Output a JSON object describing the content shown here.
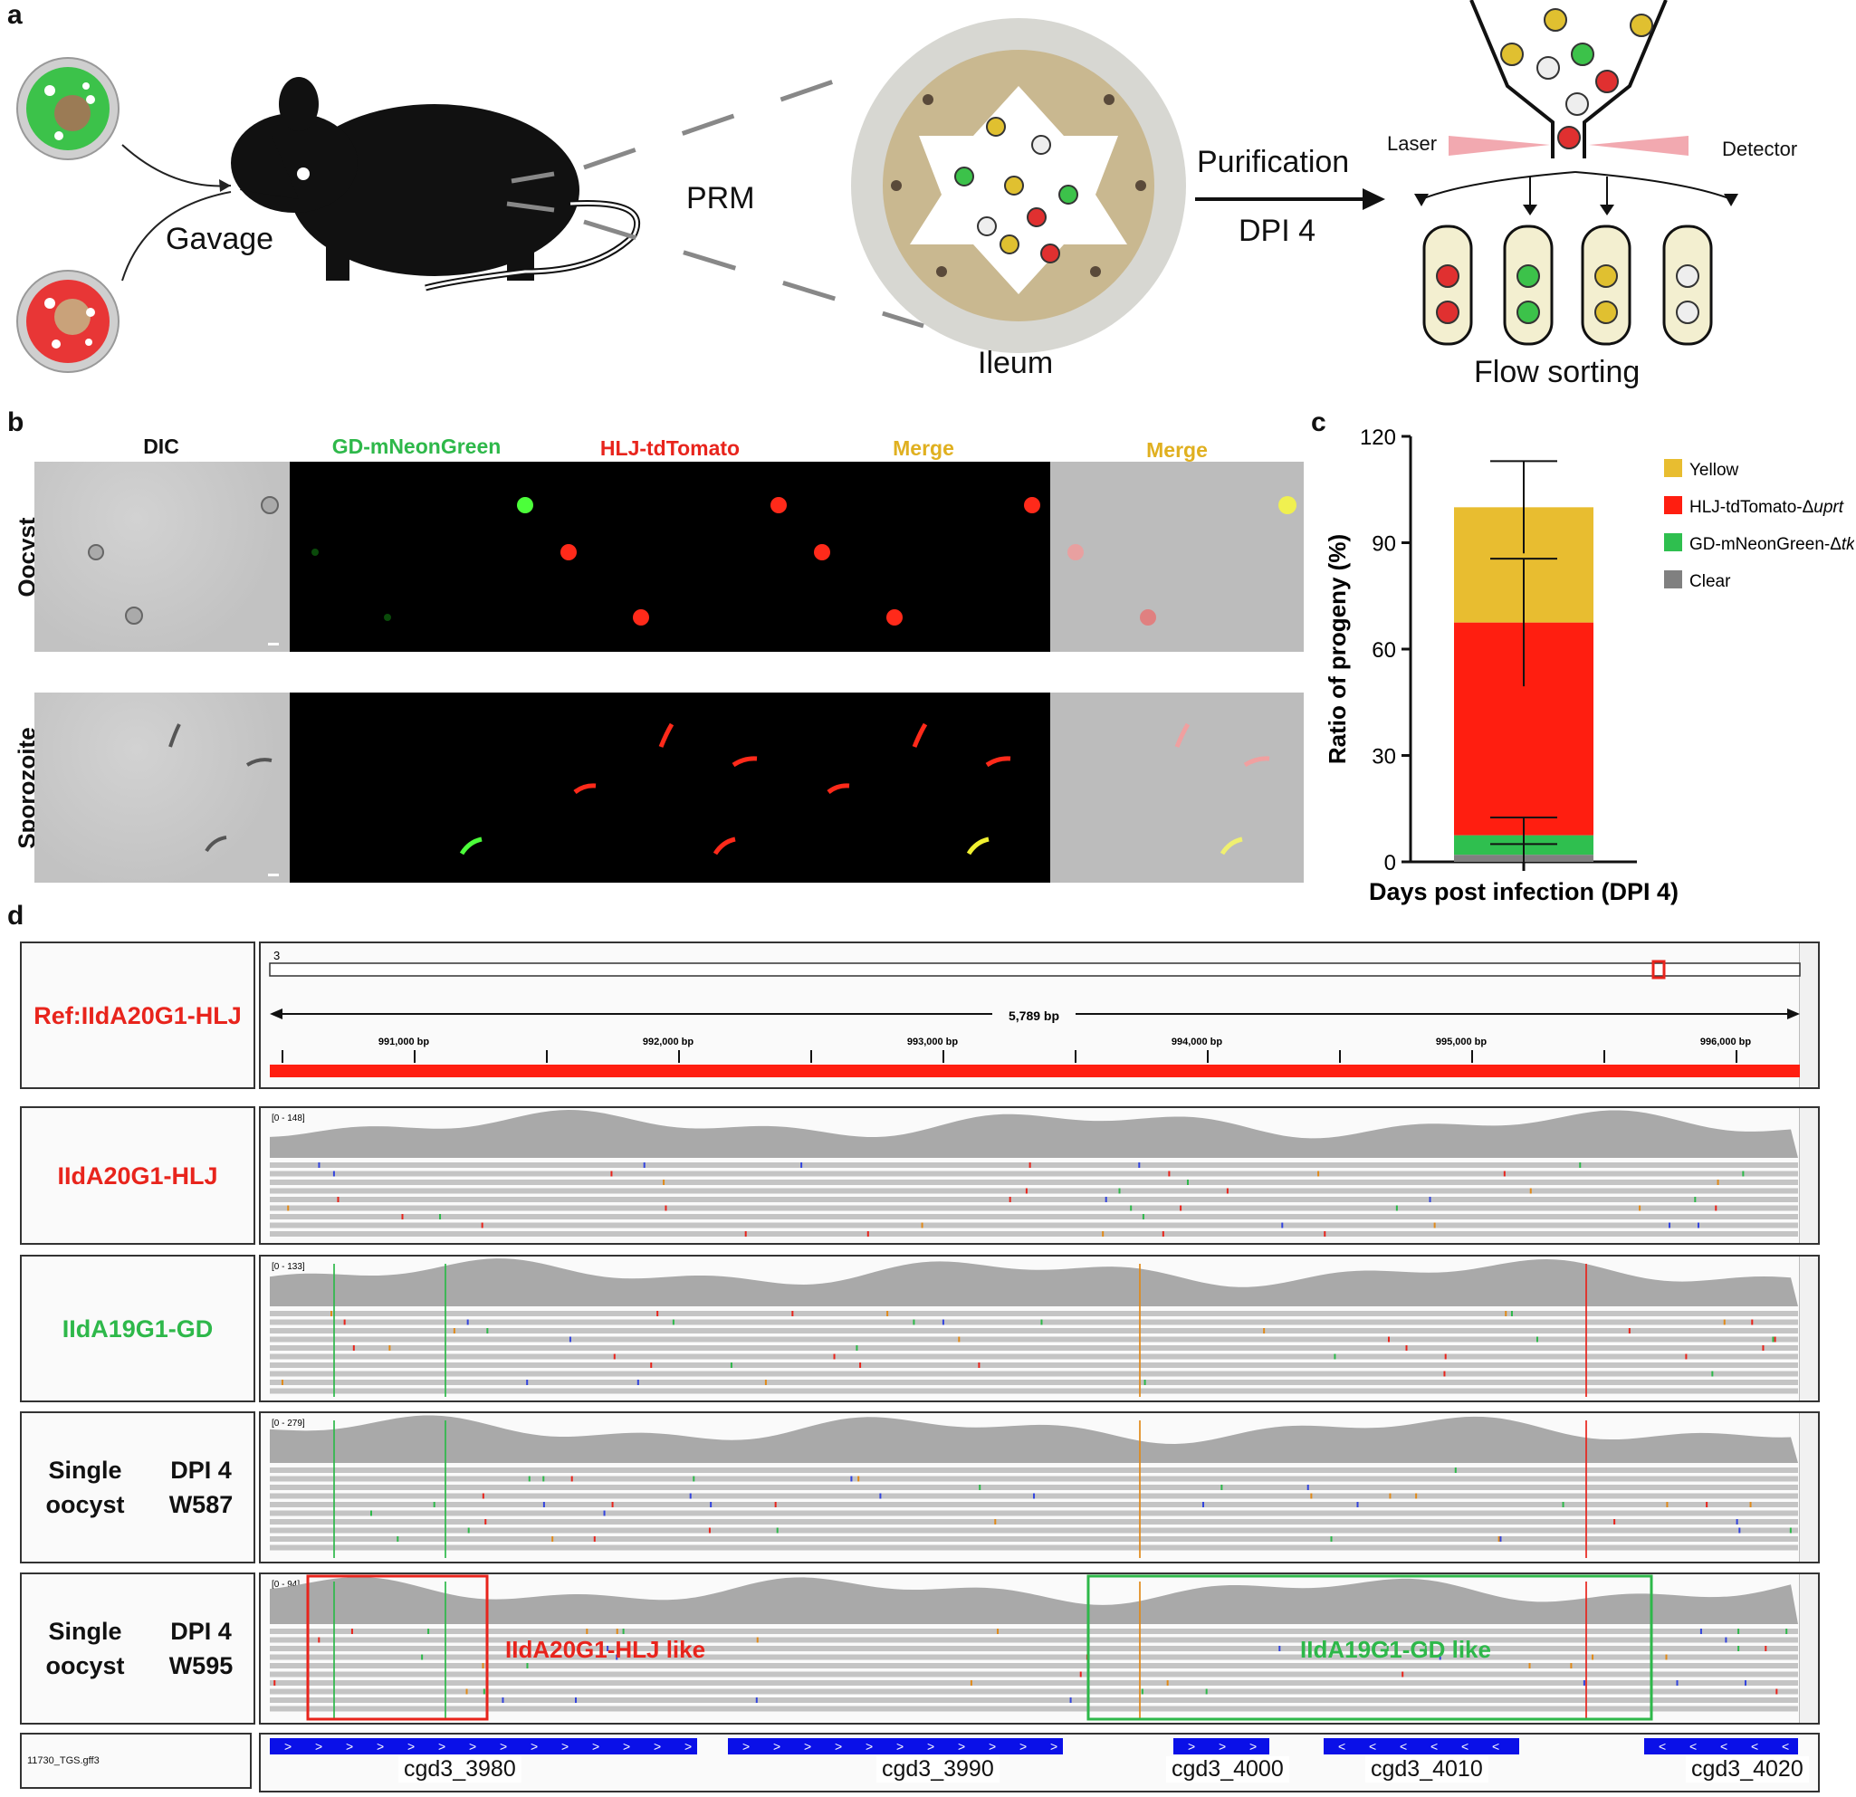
{
  "panel_labels": {
    "a": "a",
    "b": "b",
    "c": "c",
    "d": "d"
  },
  "panel_a": {
    "gavage": "Gavage",
    "prm": "PRM",
    "ileum": "Ileum",
    "purification": "Purification",
    "dpi": "DPI 4",
    "laser": "Laser",
    "detector": "Detector",
    "flow_sorting": "Flow sorting"
  },
  "panel_b": {
    "columns": [
      "DIC",
      "GD-mNeonGreen",
      "HLJ-tdTomato",
      "Merge",
      "Merge"
    ],
    "column_colors": [
      "#111111",
      "#2eb84a",
      "#e8241c",
      "#e0b020",
      "#e0b020"
    ],
    "rows": [
      "Oocyst",
      "Sporozoite"
    ]
  },
  "panel_c": {
    "chart_data": {
      "type": "bar",
      "stacked": true,
      "categories": [
        "Days post infection (DPI 4)"
      ],
      "xlabel": "Days post infection (DPI 4)",
      "ylabel": "Ratio of progeny (%)",
      "ylim": [
        0,
        120
      ],
      "yticks": [
        0,
        30,
        60,
        90,
        120
      ],
      "series": [
        {
          "name": "Clear",
          "color": "#808080",
          "values": [
            2
          ],
          "error": [
            3
          ]
        },
        {
          "name": "GD-mNeonGreen-Δtk",
          "color": "#2fbf4f",
          "values": [
            5.5
          ],
          "error": [
            5
          ]
        },
        {
          "name": "HLJ-tdTomato-Δuprt",
          "color": "#ff1e10",
          "values": [
            60
          ],
          "error": [
            18
          ]
        },
        {
          "name": "Yellow",
          "color": "#e8bd30",
          "values": [
            32.5
          ],
          "error": [
            13
          ]
        }
      ],
      "legend": {
        "placement": "right",
        "entries": [
          {
            "prefix": "Yellow",
            "italic": "",
            "color": "#e8bd30"
          },
          {
            "prefix": "HLJ-tdTomato-Δ",
            "italic": "uprt",
            "color": "#ff1e10"
          },
          {
            "prefix": "GD-mNeonGreen-Δ",
            "italic": "tk",
            "color": "#2fbf4f"
          },
          {
            "prefix": "Clear",
            "italic": "",
            "color": "#808080"
          }
        ]
      }
    }
  },
  "panel_d": {
    "tracks": [
      {
        "label_lines": [
          "Ref:",
          "IIdA20G1-HLJ"
        ],
        "color": "#e8241c"
      },
      {
        "label_lines": [
          "IIdA20G1-HLJ"
        ],
        "color": "#e8241c",
        "range": "[0 - 148]"
      },
      {
        "label_lines": [
          "IIdA19G1-GD"
        ],
        "color": "#2eb84a",
        "range": "[0 - 133]"
      },
      {
        "label_lines": [
          "Single oocyst",
          "DPI 4 W587"
        ],
        "color": "#111111",
        "range": "[0 - 279]"
      },
      {
        "label_lines": [
          "Single oocyst",
          "DPI 4 W595"
        ],
        "color": "#111111",
        "range": "[0 - 94]"
      }
    ],
    "chrom": "3",
    "span": "5,789 bp",
    "ruler_ticks": [
      "991,000 bp",
      "992,000 bp",
      "993,000 bp",
      "994,000 bp",
      "995,000 bp",
      "996,000 bp"
    ],
    "box_left_label": "IIdA20G1-HLJ like",
    "box_right_label": "IIdA19G1-GD like",
    "annotation_track": "11730_TGS.gff3",
    "genes": [
      "cgd3_3980",
      "cgd3_3990",
      "cgd3_4000",
      "cgd3_4010",
      "cgd3_4020"
    ]
  }
}
